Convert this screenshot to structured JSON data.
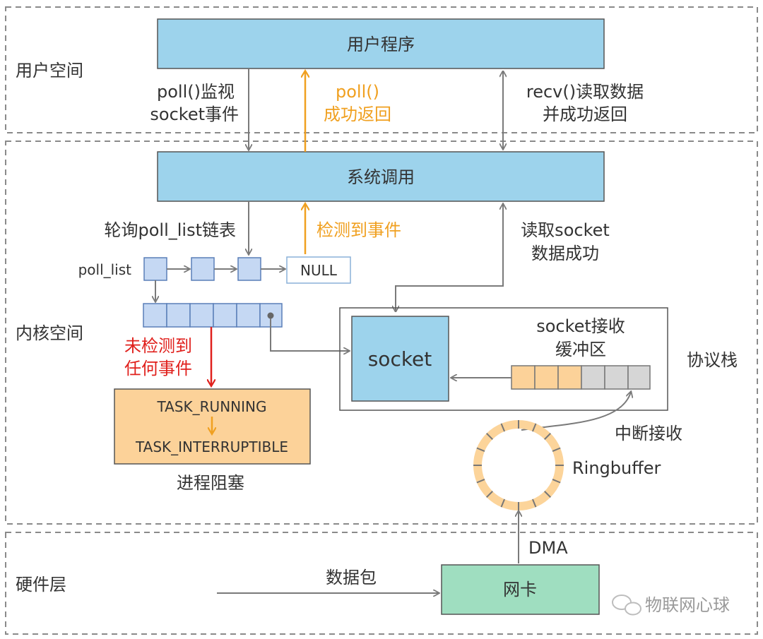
{
  "zones": {
    "user_space": "用户空间",
    "kernel_space": "内核空间",
    "hardware": "硬件层"
  },
  "boxes": {
    "user_program": "用户程序",
    "syscall": "系统调用",
    "null_node": "NULL",
    "socket": "socket",
    "protocol_stack": "协议栈",
    "nic": "网卡",
    "task_running": "TASK_RUNNING",
    "task_interruptible": "TASK_INTERRUPTIBLE"
  },
  "labels": {
    "poll_monitor": [
      "poll()监视",
      "socket事件"
    ],
    "poll_return": [
      "poll()",
      "成功返回"
    ],
    "recv_return": [
      "recv()读取数据",
      "并成功返回"
    ],
    "poll_list_traverse": "轮询poll_list链表",
    "event_detected": "检测到事件",
    "read_socket_ok": [
      "读取socket",
      "数据成功"
    ],
    "poll_list": "poll_list",
    "no_event": [
      "未检测到",
      "任何事件"
    ],
    "socket_recv_buffer": [
      "socket接收",
      "缓冲区"
    ],
    "process_blocked": "进程阻塞",
    "interrupt_receive": "中断接收",
    "ringbuffer": "Ringbuffer",
    "dma": "DMA",
    "packet": "数据包",
    "watermark": "物联网心球"
  },
  "colors": {
    "box_blue": "#9dd3ec",
    "list_node": "#c5d8f3",
    "task_box": "#fcd299",
    "nic": "#9fdec0",
    "orange_text": "#f0a020",
    "red_text": "#e0201c",
    "ring": "#fcd49a",
    "buffer_filled": "#fcd299",
    "buffer_empty": "#d6d6d6"
  }
}
